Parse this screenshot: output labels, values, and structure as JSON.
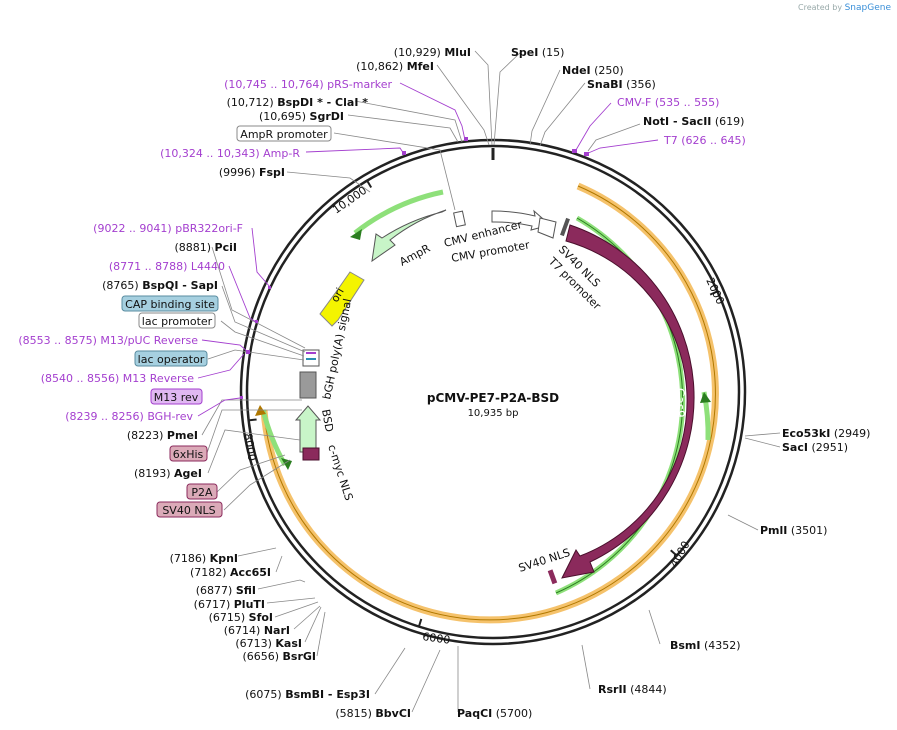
{
  "credit": {
    "prefix": "Created by",
    "brand": "SnapGene"
  },
  "plasmid": {
    "name": "pCMV-PE7-P2A-BSD",
    "size": "10,935 bp",
    "length": 10935
  },
  "colors": {
    "primer": "#a43fcf",
    "cas9": "#8b2a5c",
    "orange": "#e8a33c",
    "green": "#3aa830",
    "feature_green": "#c8f5c8",
    "ori": "#f4f400",
    "grey_feature": "#9a9a9a"
  },
  "ticks": [
    "2000",
    "4000",
    "6000",
    "8000",
    "10,000"
  ],
  "features": {
    "cmv_enhancer": "CMV enhancer",
    "cmv_promoter": "CMV promoter",
    "ampr": "AmpR",
    "ori": "ori",
    "bgh": "bGH poly(A) signal",
    "bsd": "BSD",
    "cmyc": "c-myc NLS",
    "sv40_top": "SV40 NLS",
    "t7_promoter": "T7 promoter",
    "cas9": "Cas9",
    "sv40_bottom": "SV40 NLS"
  },
  "left_labels": [
    {
      "id": "mlui",
      "pos": "(10,929)",
      "name": "MluI",
      "type": "site"
    },
    {
      "id": "mfei",
      "pos": "(10,862)",
      "name": "MfeI",
      "type": "site"
    },
    {
      "id": "prs",
      "pos": "(10,745 .. 10,764)",
      "name": "pRS-marker",
      "type": "primer"
    },
    {
      "id": "bspdi",
      "pos": "(10,712)",
      "name": "BspDI * - ClaI *",
      "type": "site"
    },
    {
      "id": "sgrdi",
      "pos": "(10,695)",
      "name": "SgrDI",
      "type": "site"
    },
    {
      "id": "amppro",
      "name": "AmpR promoter",
      "type": "boxed"
    },
    {
      "id": "ampr_p",
      "pos": "(10,324 .. 10,343)",
      "name": "Amp-R",
      "type": "primer"
    },
    {
      "id": "fspi",
      "pos": "(9996)",
      "name": "FspI",
      "type": "site"
    },
    {
      "id": "pbr",
      "pos": "(9022 .. 9041)",
      "name": "pBR322ori-F",
      "type": "primer"
    },
    {
      "id": "pcii",
      "pos": "(8881)",
      "name": "PciI",
      "type": "site"
    },
    {
      "id": "l4440",
      "pos": "(8771 .. 8788)",
      "name": "L4440",
      "type": "primer"
    },
    {
      "id": "bspqi",
      "pos": "(8765)",
      "name": "BspQI - SapI",
      "type": "site"
    },
    {
      "id": "cap",
      "name": "CAP binding site",
      "type": "boxed_blue"
    },
    {
      "id": "lacpro",
      "name": "lac promoter",
      "type": "boxed"
    },
    {
      "id": "m13puc",
      "pos": "(8553 .. 8575)",
      "name": "M13/pUC Reverse",
      "type": "primer"
    },
    {
      "id": "lacop",
      "name": "lac operator",
      "type": "boxed_blue"
    },
    {
      "id": "m13rev_p",
      "pos": "(8540 .. 8556)",
      "name": "M13 Reverse",
      "type": "primer"
    },
    {
      "id": "m13rev",
      "name": "M13 rev",
      "type": "boxed_purple"
    },
    {
      "id": "bghrev",
      "pos": "(8239 .. 8256)",
      "name": "BGH-rev",
      "type": "primer"
    },
    {
      "id": "pmei",
      "pos": "(8223)",
      "name": "PmeI",
      "type": "site"
    },
    {
      "id": "his",
      "name": "6xHis",
      "type": "boxed_pink"
    },
    {
      "id": "agei",
      "pos": "(8193)",
      "name": "AgeI",
      "type": "site"
    },
    {
      "id": "p2a",
      "name": "P2A",
      "type": "boxed_pink"
    },
    {
      "id": "sv40nls",
      "name": "SV40 NLS",
      "type": "boxed_pink"
    },
    {
      "id": "kpni",
      "pos": "(7186)",
      "name": "KpnI",
      "type": "site"
    },
    {
      "id": "acc65i",
      "pos": "(7182)",
      "name": "Acc65I",
      "type": "site"
    },
    {
      "id": "sfii",
      "pos": "(6877)",
      "name": "SfiI",
      "type": "site"
    },
    {
      "id": "plutI",
      "pos": "(6717)",
      "name": "PluTI",
      "type": "site"
    },
    {
      "id": "sfoi",
      "pos": "(6715)",
      "name": "SfoI",
      "type": "site"
    },
    {
      "id": "nari",
      "pos": "(6714)",
      "name": "NarI",
      "type": "site"
    },
    {
      "id": "kasi",
      "pos": "(6713)",
      "name": "KasI",
      "type": "site"
    },
    {
      "id": "bsrgi",
      "pos": "(6656)",
      "name": "BsrGI",
      "type": "site"
    },
    {
      "id": "bsmbi",
      "pos": "(6075)",
      "name": "BsmBI - Esp3I",
      "type": "site"
    },
    {
      "id": "bbvci",
      "pos": "(5815)",
      "name": "BbvCI",
      "type": "site"
    }
  ],
  "right_labels": [
    {
      "id": "spei",
      "name": "SpeI",
      "pos": "(15)",
      "type": "site"
    },
    {
      "id": "ndei",
      "name": "NdeI",
      "pos": "(250)",
      "type": "site"
    },
    {
      "id": "snabi",
      "name": "SnaBI",
      "pos": "(356)",
      "type": "site"
    },
    {
      "id": "cmvf",
      "name": "CMV-F",
      "pos": "(535 .. 555)",
      "type": "primer"
    },
    {
      "id": "noti",
      "name": "NotI - SacII",
      "pos": "(619)",
      "type": "site"
    },
    {
      "id": "t7",
      "name": "T7",
      "pos": "(626 .. 645)",
      "type": "primer"
    },
    {
      "id": "eco53",
      "name": "Eco53kI",
      "pos": "(2949)",
      "type": "site"
    },
    {
      "id": "saci",
      "name": "SacI",
      "pos": "(2951)",
      "type": "site"
    },
    {
      "id": "pmli",
      "name": "PmlI",
      "pos": "(3501)",
      "type": "site"
    },
    {
      "id": "bsmi",
      "name": "BsmI",
      "pos": "(4352)",
      "type": "site"
    },
    {
      "id": "rsrii",
      "name": "RsrII",
      "pos": "(4844)",
      "type": "site"
    },
    {
      "id": "paqci",
      "name": "PaqCI",
      "pos": "(5700)",
      "type": "site"
    }
  ]
}
